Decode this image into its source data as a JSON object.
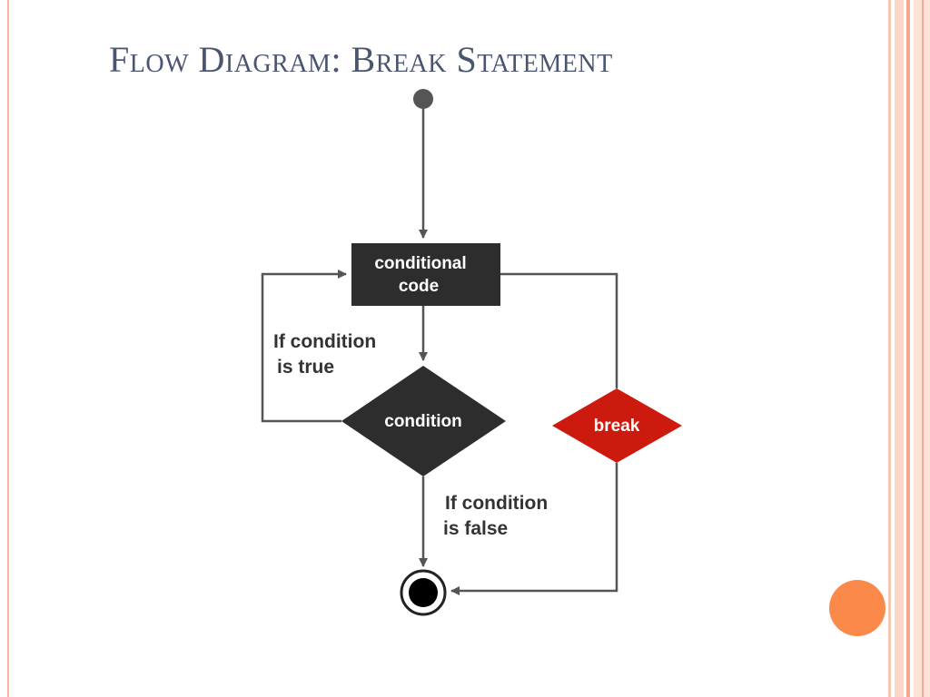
{
  "slide": {
    "title": "Flow Diagram: Break Statement"
  },
  "diagram": {
    "process_box": {
      "line1": "conditional",
      "line2": "code"
    },
    "decision": {
      "label": "condition"
    },
    "break_node": {
      "label": "break"
    },
    "true_label": {
      "line1": "If condition",
      "line2": "is true"
    },
    "false_label": {
      "line1": "If condition",
      "line2": "is false"
    },
    "colors": {
      "box_fill": "#2d2d2d",
      "break_fill": "#cc1a0e",
      "line": "#555555",
      "accent_dot": "#fb8a4a"
    }
  }
}
